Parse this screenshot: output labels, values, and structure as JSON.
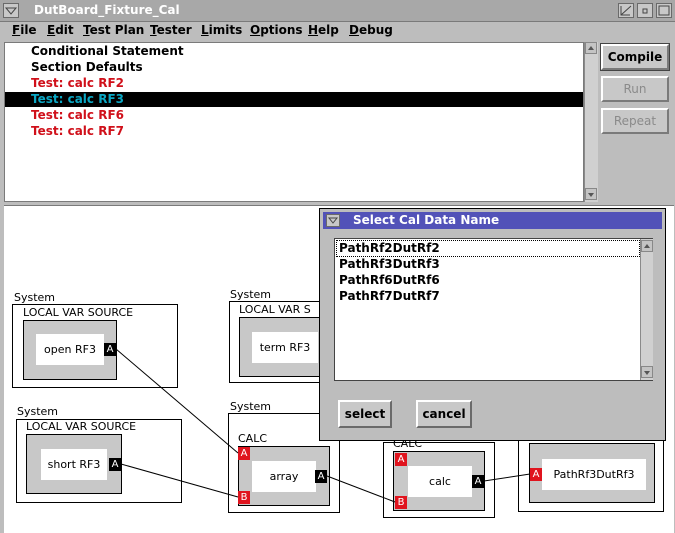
{
  "window": {
    "title": "DutBoard_Fixture_Cal"
  },
  "menu": [
    "File",
    "Edit",
    "Test Plan",
    "Tester",
    "Limits",
    "Options",
    "Help",
    "Debug"
  ],
  "test_list": [
    {
      "label": "Conditional Statement",
      "style": "black"
    },
    {
      "label": "Section Defaults",
      "style": "black"
    },
    {
      "label": "Test: calc RF2",
      "style": "red"
    },
    {
      "label": "Test: calc RF3",
      "style": "selected"
    },
    {
      "label": "Test: calc RF6",
      "style": "red"
    },
    {
      "label": "Test: calc RF7",
      "style": "red"
    }
  ],
  "side_buttons": {
    "compile": "Compile",
    "run": "Run",
    "repeat": "Repeat"
  },
  "diagram": {
    "system_label": "System",
    "local_var_source": "LOCAL VAR SOURCE",
    "local_var_source_cut": "LOCAL VAR S",
    "calc_title": "CALC",
    "nodes": {
      "open": "open RF3",
      "term": "term RF3",
      "short": "short RF3",
      "array": "array",
      "calc": "calc",
      "path": "PathRf3DutRf3"
    },
    "ports": {
      "a": "A",
      "b": "B"
    }
  },
  "dialog": {
    "title": "Select Cal Data Name",
    "items": [
      "PathRf2DutRf2",
      "PathRf3DutRf3",
      "PathRf6DutRf6",
      "PathRf7DutRf7"
    ],
    "select": "select",
    "cancel": "cancel"
  },
  "colors": {
    "selected_text": "#0aa7c4",
    "error_text": "#d0101a",
    "dialog_title": "#5252b8",
    "port_in": "#e0141e"
  }
}
